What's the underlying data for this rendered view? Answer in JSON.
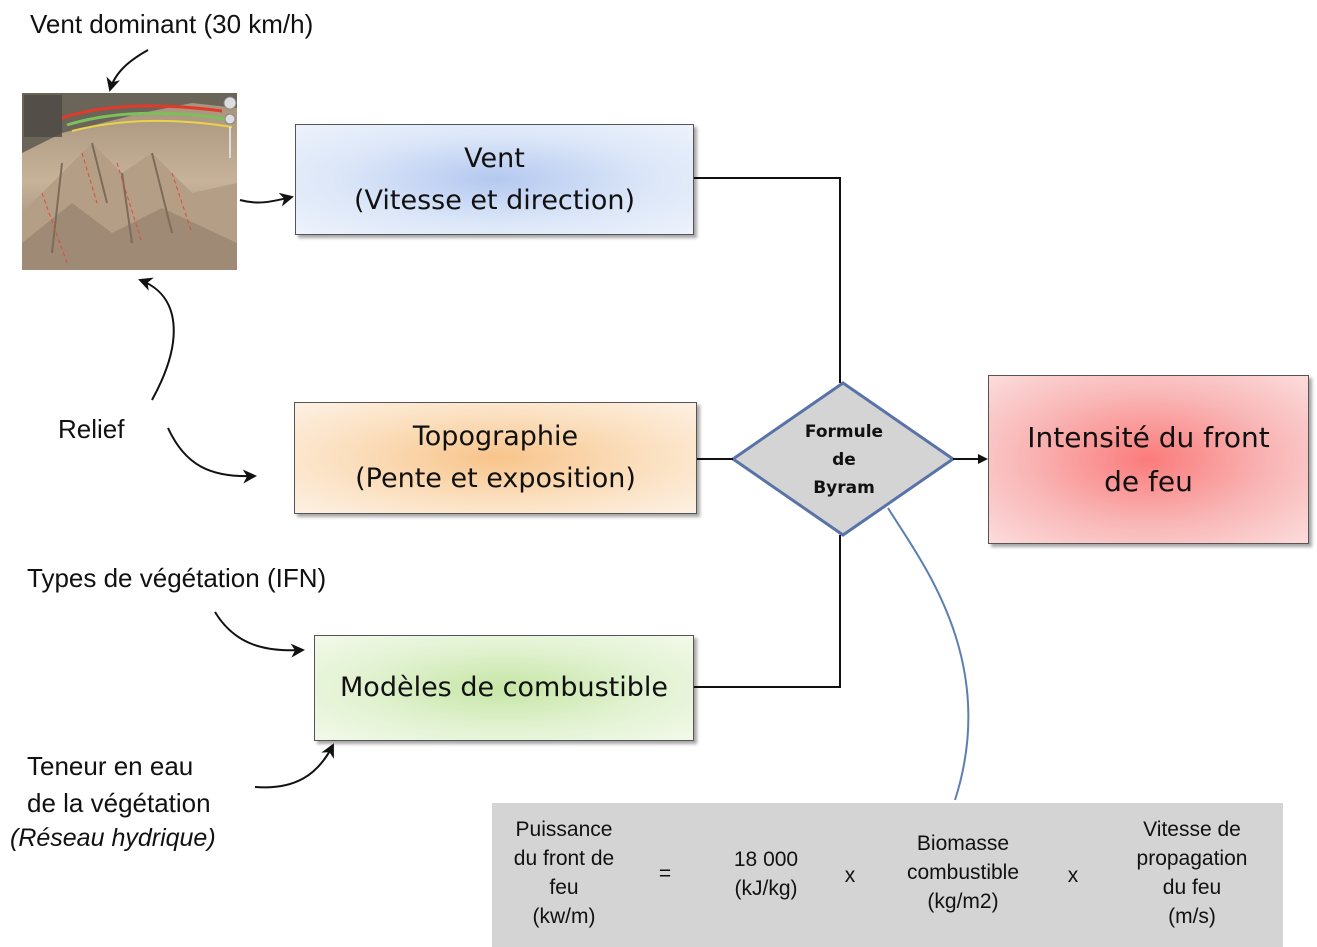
{
  "labels": {
    "vent_dominant": "Vent dominant (30 km/h)",
    "relief": "Relief",
    "types_vegetation": "Types de végétation (IFN)",
    "teneur_line1": "Teneur en eau",
    "teneur_line2": "de la végétation",
    "teneur_line3": "(Réseau hydrique)"
  },
  "boxes": {
    "vent": {
      "line1": "Vent",
      "line2": "(Vitesse et direction)",
      "color": "#b4c8f0"
    },
    "topographie": {
      "line1": "Topographie",
      "line2": "(Pente et exposition)",
      "color": "#f8c48a"
    },
    "combustible": {
      "line1": "Modèles de combustible",
      "color": "#c6e6a6"
    },
    "intensite": {
      "line1": "Intensité du front",
      "line2": "de feu",
      "color": "#fb7b7b"
    }
  },
  "diamond": {
    "line1": "Formule",
    "line2": "de",
    "line3": "Byram",
    "color": "#d4d4d4"
  },
  "formula": {
    "puissance": [
      "Puissance",
      "du front de",
      "feu",
      "(kw/m)"
    ],
    "equals": "=",
    "constant": [
      "18 000",
      "(kJ/kg)"
    ],
    "times1": "x",
    "biomasse": [
      "Biomasse",
      "combustible",
      "(kg/m2)"
    ],
    "times2": "x",
    "vitesse": [
      "Vitesse de",
      "propagation",
      "du feu",
      "(m/s)"
    ]
  },
  "image": {
    "icon": "terrain-3d-map"
  }
}
